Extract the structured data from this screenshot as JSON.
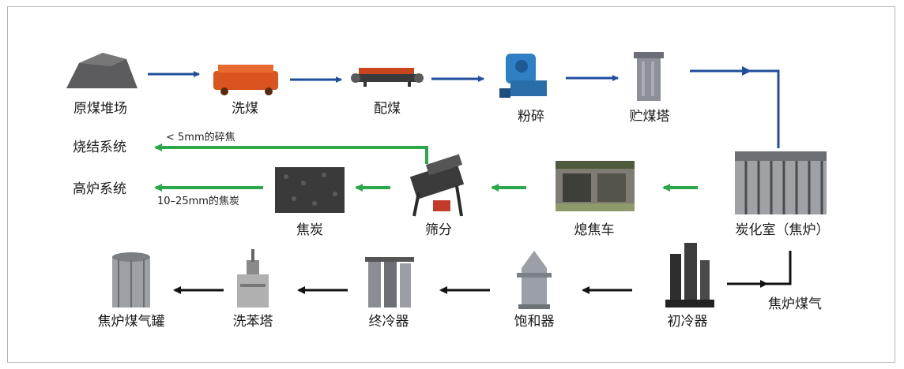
{
  "nodes": {
    "coal_yard": "原煤堆场",
    "coal_washing": "洗煤",
    "coal_blending": "配煤",
    "crushing": "粉碎",
    "coal_tower": "贮煤塔",
    "carbonization_chamber": "炭化室（焦炉）",
    "coke_quenching_car": "熄焦车",
    "screening": "筛分",
    "coke": "焦炭",
    "sintering_system": "烧结系统",
    "blast_furnace_system": "高炉系统",
    "coke_oven_gas": "焦炉煤气",
    "primary_cooler": "初冷器",
    "saturator": "饱和器",
    "final_cooler": "终冷器",
    "benzene_washing_tower": "洗苯塔",
    "gas_holder": "焦炉煤气罐"
  },
  "notes": {
    "fine_coke": "< 5mm的碎焦",
    "lump_coke": "10–25mm的焦炭"
  },
  "colors": {
    "coal_line": "#1f4e9b",
    "coke_line": "#2aa84a",
    "gas_line": "#111111",
    "frame": "#b5b5b5"
  }
}
